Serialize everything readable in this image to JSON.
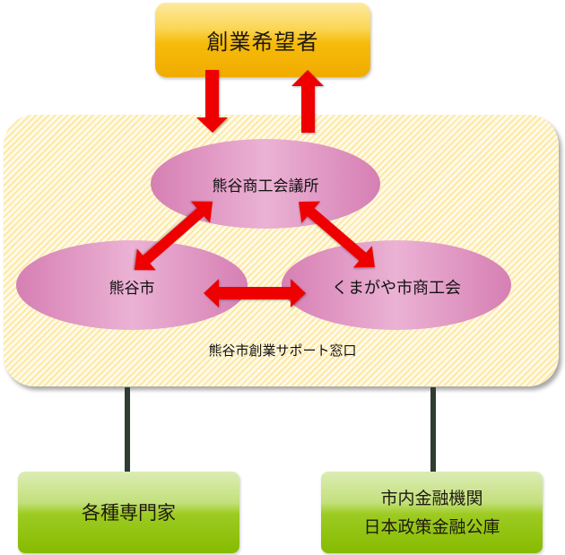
{
  "title_box": {
    "label": "創業希望者"
  },
  "support_panel": {
    "label": "熊谷市創業サポート窓口",
    "organizations": [
      {
        "id": "chamber",
        "label": "熊谷商工会議所"
      },
      {
        "id": "city",
        "label": "熊谷市"
      },
      {
        "id": "society",
        "label": "くまがや市商工会"
      }
    ]
  },
  "partners": [
    {
      "id": "experts",
      "lines": [
        "各種専門家"
      ]
    },
    {
      "id": "finance",
      "lines": [
        "市内金融機関",
        "日本政策金融公庫"
      ]
    }
  ],
  "colors": {
    "arrow": "#ee0000",
    "ellipse_edge": "#d67fb3",
    "ellipse_center": "#ebb2d4",
    "connector": "#2f3d31"
  }
}
